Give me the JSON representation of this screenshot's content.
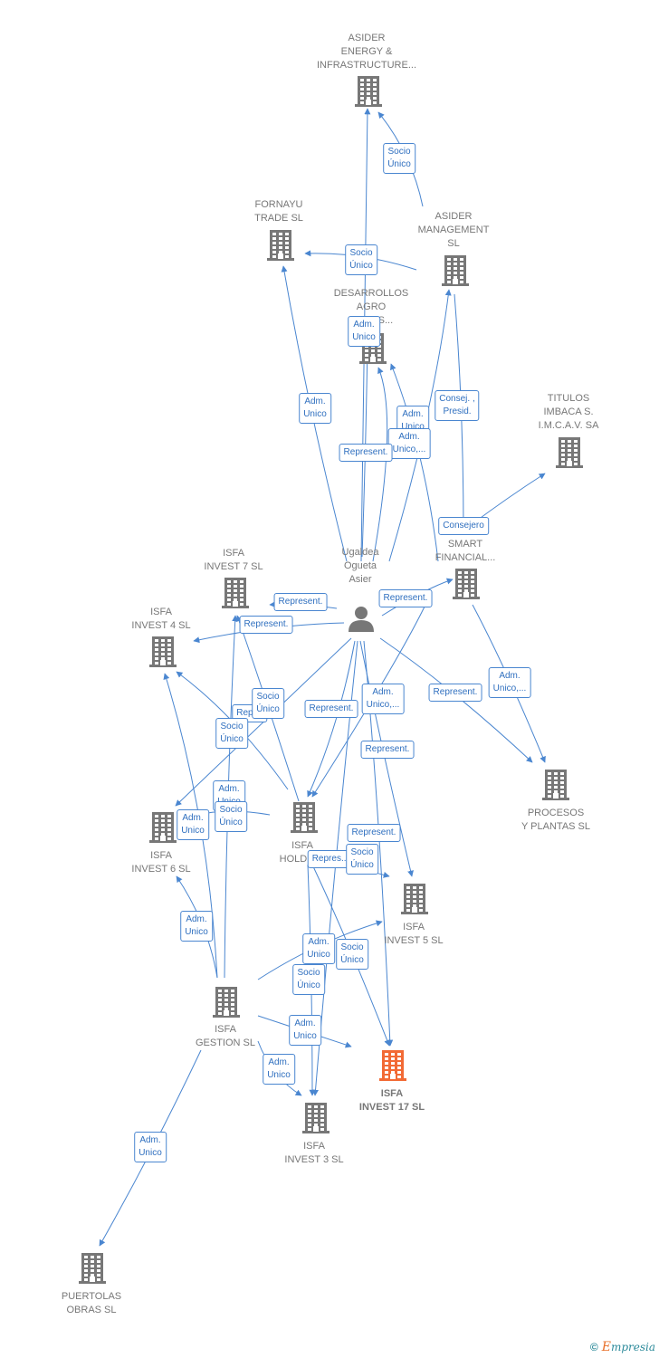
{
  "colors": {
    "edge": "#4a86d0",
    "node": "#777777",
    "focus": "#f26a35",
    "label_text": "#2f6fbf"
  },
  "nodes": [
    {
      "id": "asider",
      "lines": [
        "ASIDER",
        "ENERGY &",
        "INFRASTRUCTURE..."
      ],
      "icon": "building-icon"
    },
    {
      "id": "fornayu",
      "lines": [
        "FORNAYU",
        "TRADE  SL"
      ],
      "icon": "building-icon"
    },
    {
      "id": "asidermgmt",
      "lines": [
        "ASIDER",
        "MANAGEMENT",
        "SL"
      ],
      "icon": "building-icon"
    },
    {
      "id": "desarrollos",
      "lines": [
        "DESARROLLOS",
        "AGRO",
        "IN...IOS..."
      ],
      "icon": "building-icon"
    },
    {
      "id": "titulos",
      "lines": [
        "TITULOS",
        "IMBACA S.",
        "I.M.C.A.V. SA"
      ],
      "icon": "building-icon"
    },
    {
      "id": "smart",
      "lines": [
        "SMART",
        "FINANCIAL..."
      ],
      "icon": "building-icon"
    },
    {
      "id": "person",
      "lines": [
        "Ugaldea",
        "Ogueta",
        "Asier"
      ],
      "icon": "person-icon"
    },
    {
      "id": "isfa7",
      "lines": [
        "ISFA",
        "INVEST 7  SL"
      ],
      "icon": "building-icon"
    },
    {
      "id": "isfa4",
      "lines": [
        "ISFA",
        "INVEST 4  SL"
      ],
      "icon": "building-icon"
    },
    {
      "id": "procesos",
      "lines": [
        "PROCESOS",
        "Y PLANTAS  SL"
      ],
      "icon": "building-icon"
    },
    {
      "id": "isfa6",
      "lines": [
        "ISFA",
        "INVEST 6  SL"
      ],
      "icon": "building-icon"
    },
    {
      "id": "holding",
      "lines": [
        "ISFA",
        "HOLDIN..."
      ],
      "icon": "building-icon"
    },
    {
      "id": "isfa5",
      "lines": [
        "ISFA",
        "INVEST 5  SL"
      ],
      "icon": "building-icon"
    },
    {
      "id": "gestion",
      "lines": [
        "ISFA",
        "GESTION  SL"
      ],
      "icon": "building-icon"
    },
    {
      "id": "isfa17",
      "lines": [
        "ISFA",
        "INVEST 17  SL"
      ],
      "icon": "building-icon",
      "focus": true
    },
    {
      "id": "isfa3",
      "lines": [
        "ISFA",
        "INVEST 3  SL"
      ],
      "icon": "building-icon"
    },
    {
      "id": "puertolas",
      "lines": [
        "PUERTOLAS",
        "OBRAS  SL"
      ],
      "icon": "building-icon"
    }
  ],
  "edge_labels": [
    {
      "id": "l1",
      "lines": [
        "Socio",
        "Único"
      ]
    },
    {
      "id": "l2",
      "lines": [
        "Socio",
        "Único"
      ]
    },
    {
      "id": "l3",
      "lines": [
        "Adm.",
        "Unico"
      ]
    },
    {
      "id": "l4",
      "lines": [
        "Adm.",
        "Unico"
      ]
    },
    {
      "id": "l5",
      "lines": [
        "Consej. ,",
        "Presid."
      ]
    },
    {
      "id": "l6",
      "lines": [
        "Adm.",
        "Unico"
      ]
    },
    {
      "id": "l7",
      "lines": [
        "Adm.",
        "Unico,..."
      ]
    },
    {
      "id": "l8",
      "lines": [
        "Represent."
      ]
    },
    {
      "id": "l9",
      "lines": [
        "Consejero"
      ]
    },
    {
      "id": "l10",
      "lines": [
        "Represent."
      ]
    },
    {
      "id": "l11",
      "lines": [
        "Represent."
      ]
    },
    {
      "id": "l12",
      "lines": [
        "Represent."
      ]
    },
    {
      "id": "l13",
      "lines": [
        "Adm.",
        "Unico,..."
      ]
    },
    {
      "id": "l14",
      "lines": [
        "Represent."
      ]
    },
    {
      "id": "l15",
      "lines": [
        "Repr..."
      ]
    },
    {
      "id": "l16",
      "lines": [
        "Socio",
        "Único"
      ]
    },
    {
      "id": "l17",
      "lines": [
        "Socio",
        "Único"
      ]
    },
    {
      "id": "l18",
      "lines": [
        "Represent."
      ]
    },
    {
      "id": "l19",
      "lines": [
        "Adm.",
        "Unico,..."
      ]
    },
    {
      "id": "l20",
      "lines": [
        "Represent."
      ]
    },
    {
      "id": "l21",
      "lines": [
        "Adm.",
        "Unico"
      ]
    },
    {
      "id": "l22",
      "lines": [
        "Socio",
        "Único"
      ]
    },
    {
      "id": "l23",
      "lines": [
        "Adm.",
        "Unico"
      ]
    },
    {
      "id": "l24",
      "lines": [
        "Represent."
      ]
    },
    {
      "id": "l25",
      "lines": [
        "Repres..."
      ]
    },
    {
      "id": "l26",
      "lines": [
        "Socio",
        "Único"
      ]
    },
    {
      "id": "l27",
      "lines": [
        "Adm.",
        "Unico"
      ]
    },
    {
      "id": "l28",
      "lines": [
        "Adm.",
        "Unico"
      ]
    },
    {
      "id": "l29",
      "lines": [
        "Socio",
        "Único"
      ]
    },
    {
      "id": "l30",
      "lines": [
        "Socio",
        "Único"
      ]
    },
    {
      "id": "l31",
      "lines": [
        "Adm.",
        "Unico"
      ]
    },
    {
      "id": "l32",
      "lines": [
        "Adm.",
        "Unico"
      ]
    },
    {
      "id": "l33",
      "lines": [
        "Adm.",
        "Unico"
      ]
    }
  ],
  "footer": {
    "copyright_symbol": "©",
    "brand_first": "E",
    "brand_rest": "mpresia"
  }
}
